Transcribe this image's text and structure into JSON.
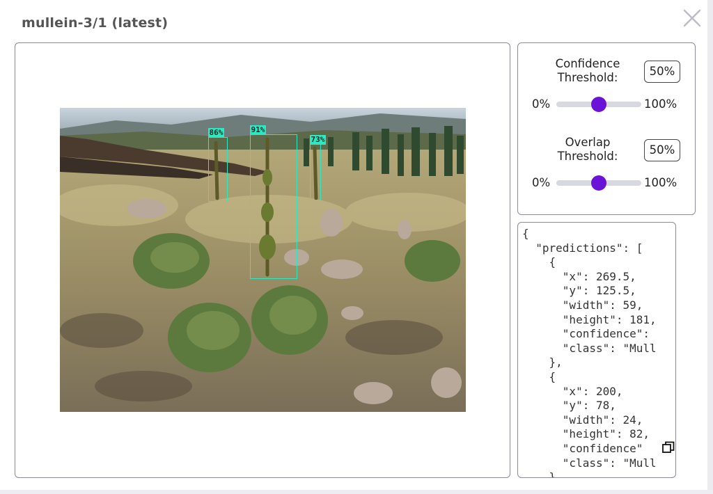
{
  "modal": {
    "title": "mullein-3/1 (latest)",
    "close_icon": "close-icon"
  },
  "image": {
    "detections": [
      {
        "label": "86%",
        "confidence": 0.86
      },
      {
        "label": "91%",
        "confidence": 0.91
      },
      {
        "label": "73%",
        "confidence": 0.73
      }
    ]
  },
  "confidence": {
    "label_line1": "Confidence",
    "label_line2": "Threshold:",
    "value": "50%",
    "min_label": "0%",
    "max_label": "100%",
    "level": 0.5
  },
  "overlap": {
    "label_line1": "Overlap",
    "label_line2": "Threshold:",
    "value": "50%",
    "min_label": "0%",
    "max_label": "100%",
    "level": 0.5
  },
  "json_output": {
    "lines": [
      "{",
      "  \"predictions\": [",
      "    {",
      "      \"x\": 269.5,",
      "      \"y\": 125.5,",
      "      \"width\": 59,",
      "      \"height\": 181,",
      "      \"confidence\":",
      "      \"class\": \"Mull",
      "    },",
      "    {",
      "      \"x\": 200,",
      "      \"y\": 78,",
      "      \"width\": 24,",
      "      \"height\": 82,",
      "      \"confidence\"",
      "      \"class\": \"Mull",
      "    }"
    ],
    "copy_icon": "copy-icon"
  },
  "colors": {
    "accent": "#6b12d9",
    "bbox": "#2ee8c2",
    "border": "#8a8a98"
  }
}
